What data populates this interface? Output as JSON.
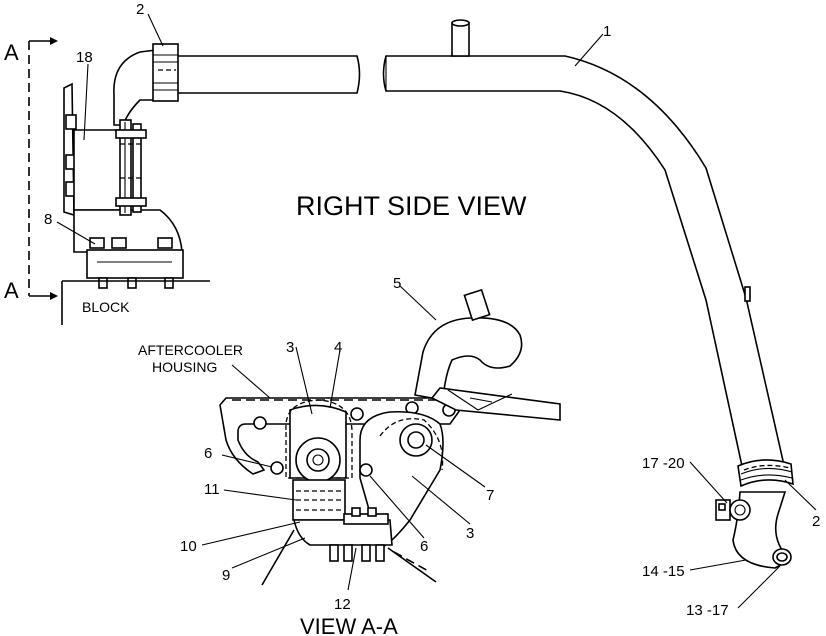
{
  "diagram": {
    "title": "RIGHT SIDE VIEW",
    "view_label": "VIEW  A-A",
    "section_marks": [
      "A",
      "A"
    ],
    "notes": {
      "block": "BLOCK",
      "aftercooler_line1": "AFTERCOOLER",
      "aftercooler_line2": "HOUSING"
    },
    "callouts": {
      "c1": "1",
      "c2_top": "2",
      "c2_right": "2",
      "c3_left": "3",
      "c3_right": "3",
      "c4": "4",
      "c5": "5",
      "c6_left": "6",
      "c6_right": "6",
      "c7": "7",
      "c8": "8",
      "c9": "9",
      "c10": "10",
      "c11": "11",
      "c12": "12",
      "c13_17": "13 -17",
      "c14_15": "14 -15",
      "c17_20": "17 -20",
      "c18": "18"
    }
  }
}
